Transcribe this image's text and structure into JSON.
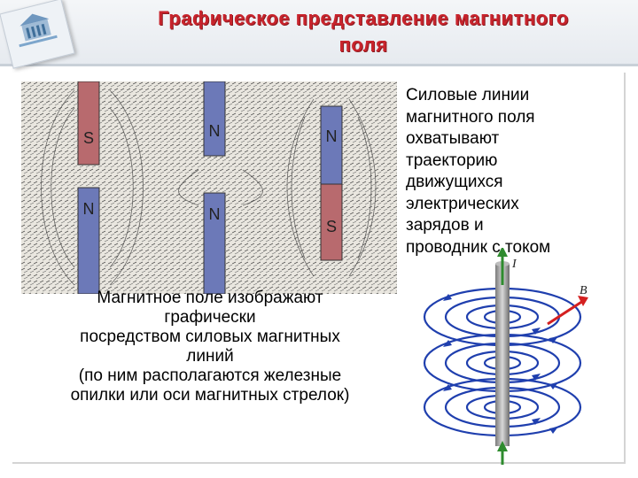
{
  "slide": {
    "title_line1": "Графическое представление магнитного",
    "title_line2": "поля",
    "left_caption": [
      "Магнитное поле изображают",
      "графически",
      "посредством силовых магнитных",
      "линий",
      "(по ним располагаются железные",
      "опилки или оси магнитных стрелок)"
    ],
    "right_text": [
      "Силовые линии",
      "магнитного поля",
      "охватывают",
      "траекторию",
      "движущихся",
      "электрических",
      "зарядов и",
      "проводник с током"
    ],
    "magnet_labels": {
      "s": "S",
      "n": "N"
    },
    "coil_labels": {
      "current": "I",
      "field": "B"
    }
  },
  "colors": {
    "title": "#c8242c",
    "field_lines": "#1f3fae",
    "current_arrow": "#2e8b2e",
    "b_arrow": "#d42020"
  }
}
